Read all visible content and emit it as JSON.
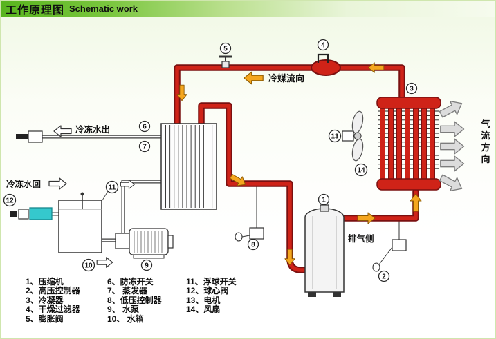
{
  "header": {
    "title_zh": "工作原理图",
    "title_en": "Schematic work"
  },
  "labels": {
    "refrigerant_flow": "冷媒流向",
    "chilled_water_out": "冷冻水出",
    "chilled_water_return": "冷冻水回",
    "discharge_side": "排气侧",
    "air_flow": [
      "气",
      "流",
      "方",
      "向"
    ]
  },
  "callouts": [
    "1",
    "2",
    "3",
    "4",
    "5",
    "6",
    "7",
    "8",
    "9",
    "10",
    "11",
    "12",
    "13",
    "14"
  ],
  "legend": [
    "1、压缩机",
    "2、高压控制器",
    "3、冷凝器",
    "4、干燥过滤器",
    "5、膨胀阀",
    "6、防冻开关",
    "7、 蒸发器",
    "8、低压控制器",
    "9、 水泵",
    "10、 水箱",
    "11、浮球开关",
    "12、球心阀",
    "13、电机",
    "14、风扇"
  ],
  "colors": {
    "pipe_red": "#cf2318",
    "pipe_outline": "#7a1010",
    "arrow_yellow": "#f5a61f",
    "water_valve_cyan": "#35c8cd",
    "header_green": "#5eb822",
    "air_arrow_gray": "#dcdcdc"
  }
}
